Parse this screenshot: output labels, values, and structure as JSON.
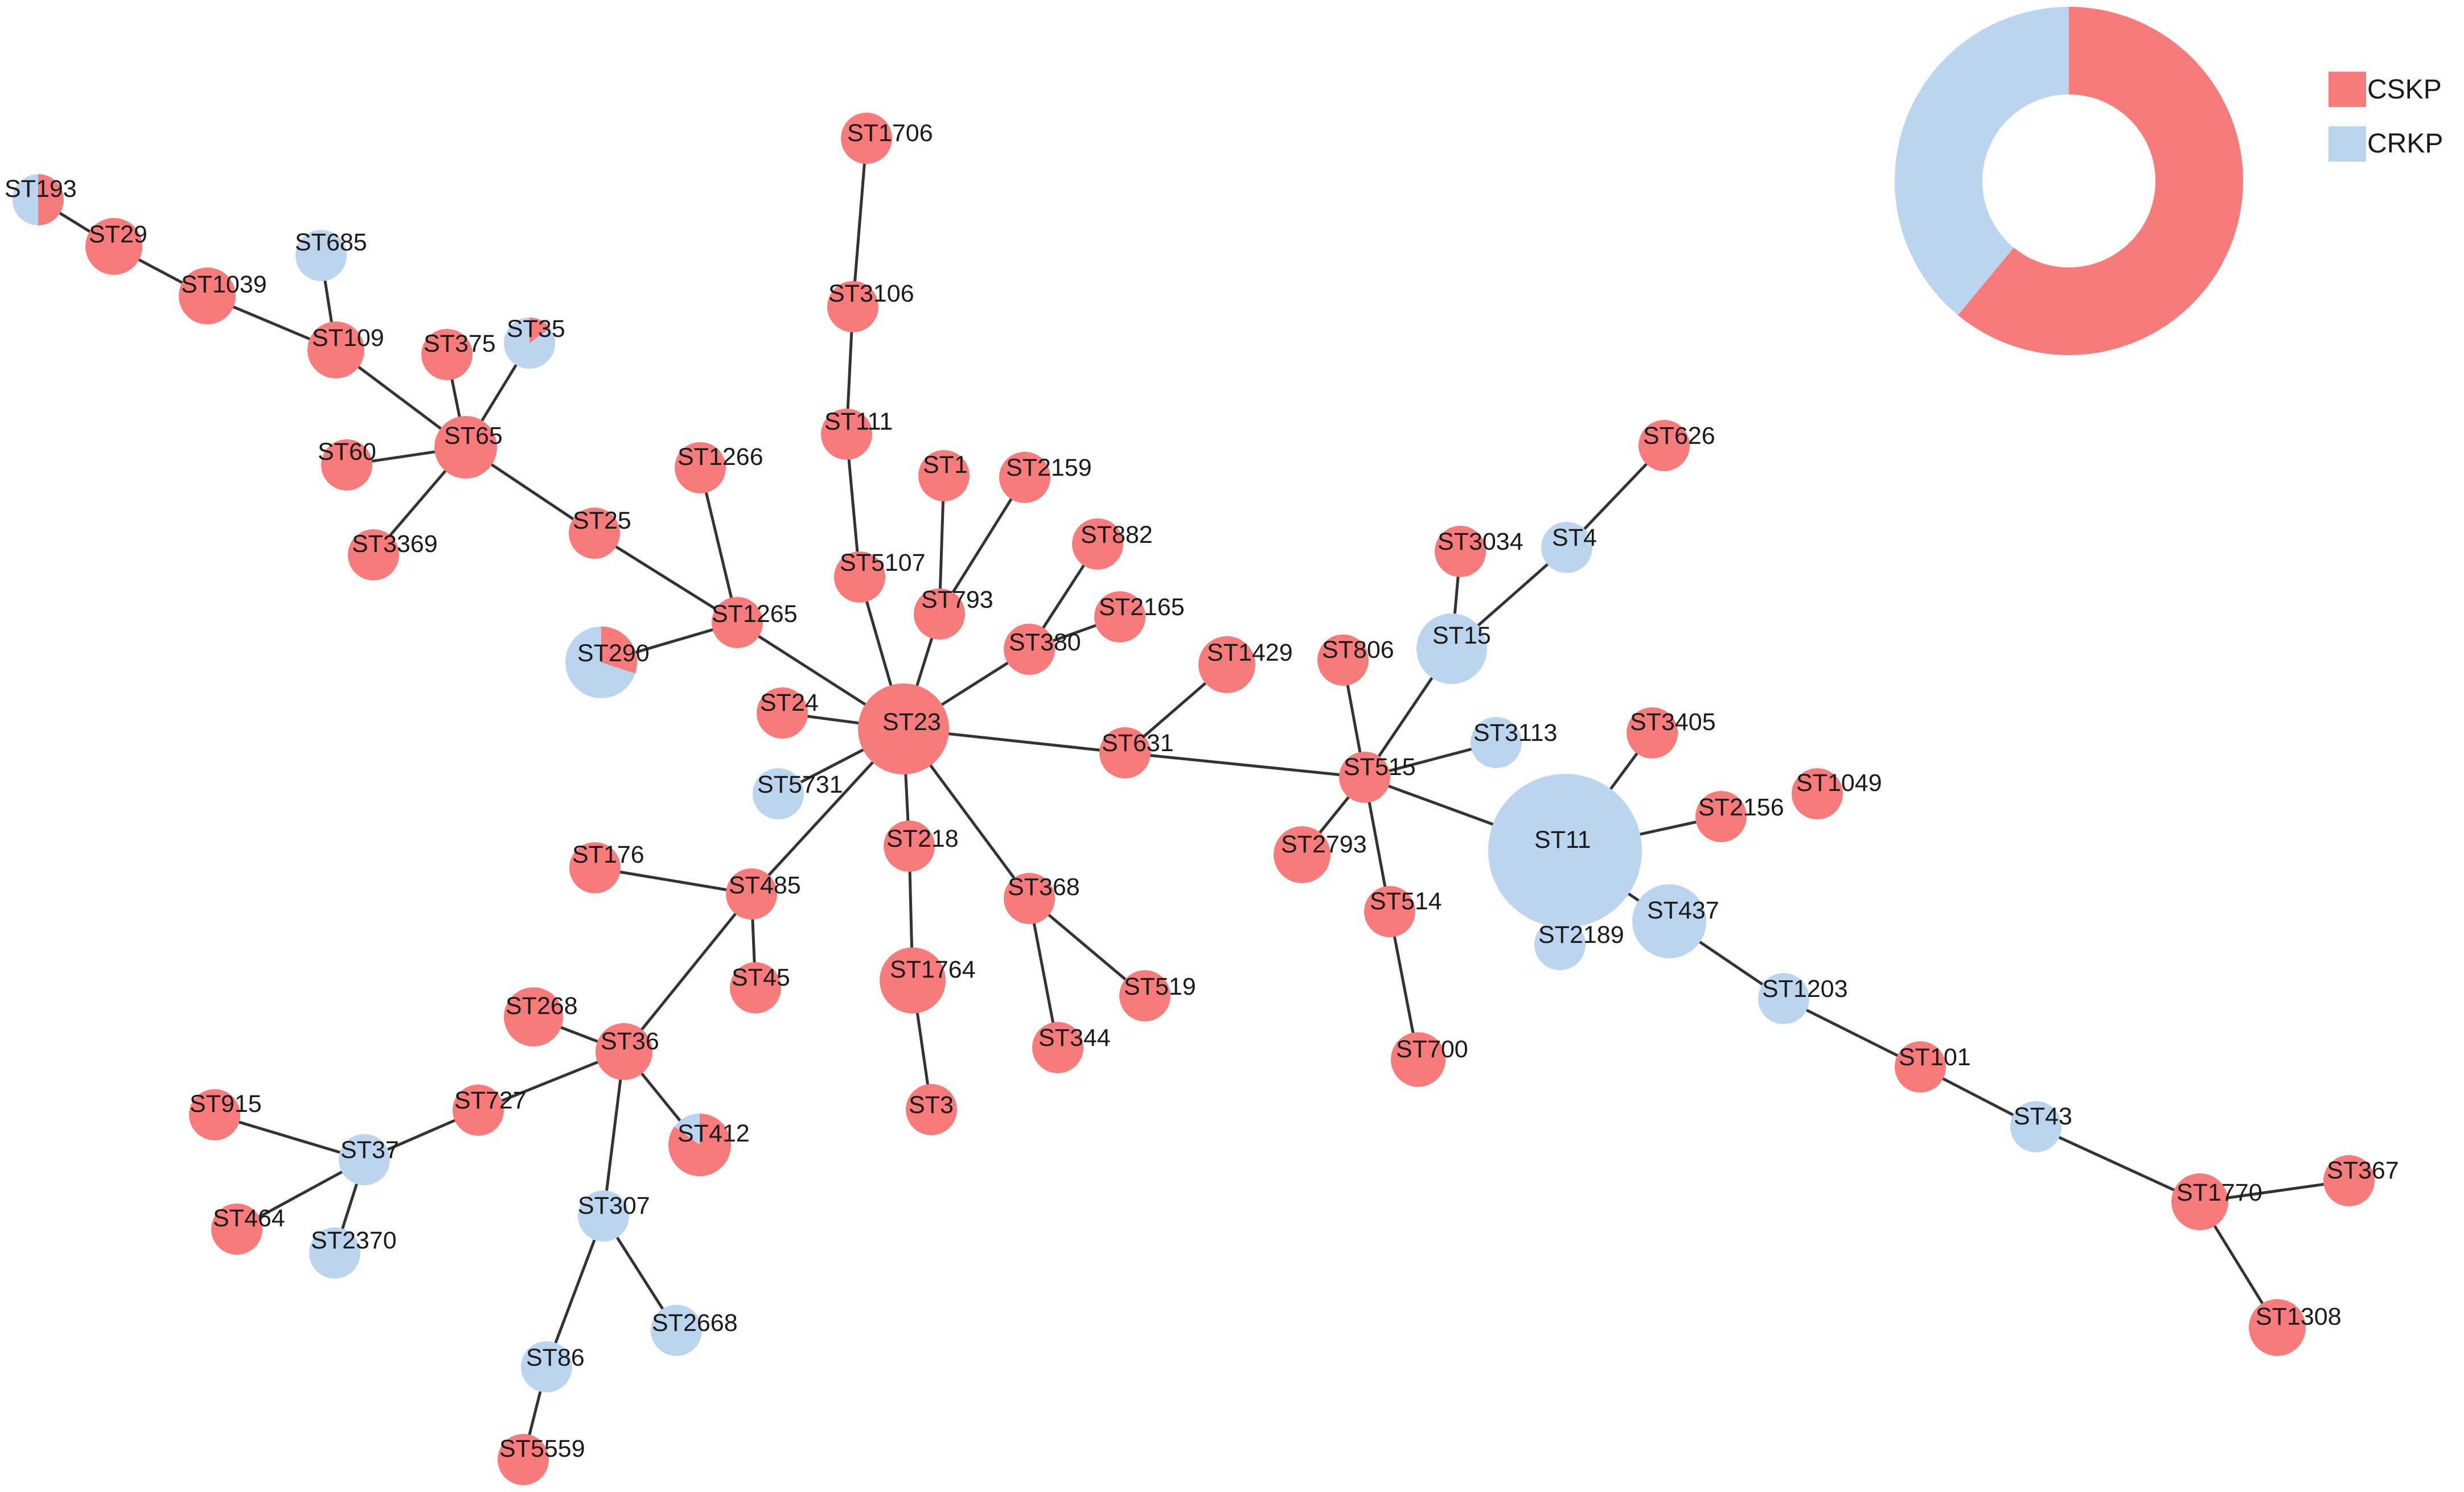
{
  "colors": {
    "cskp": "#f77b7a",
    "crkp": "#bcd5ee",
    "edge": "#333333"
  },
  "legend": [
    {
      "key": "cskp",
      "label": "CSKP"
    },
    {
      "key": "crkp",
      "label": "CRKP"
    }
  ],
  "overall_split": {
    "cskp": 0.61,
    "crkp": 0.39
  },
  "nodes": [
    {
      "id": "ST23",
      "label": "ST23",
      "type": "cskp"
    },
    {
      "id": "ST1706",
      "label": "ST1706",
      "type": "cskp"
    },
    {
      "id": "ST3106",
      "label": "ST3106",
      "type": "cskp"
    },
    {
      "id": "ST111",
      "label": "ST111",
      "type": "cskp"
    },
    {
      "id": "ST5107",
      "label": "ST5107",
      "type": "cskp"
    },
    {
      "id": "ST1",
      "label": "ST1",
      "type": "cskp"
    },
    {
      "id": "ST2159",
      "label": "ST2159",
      "type": "cskp"
    },
    {
      "id": "ST793",
      "label": "ST793",
      "type": "cskp"
    },
    {
      "id": "ST882",
      "label": "ST882",
      "type": "cskp"
    },
    {
      "id": "ST380",
      "label": "ST380",
      "type": "cskp"
    },
    {
      "id": "ST2165",
      "label": "ST2165",
      "type": "cskp"
    },
    {
      "id": "ST24",
      "label": "ST24",
      "type": "cskp"
    },
    {
      "id": "ST5731",
      "label": "ST5731",
      "type": "crkp"
    },
    {
      "id": "ST218",
      "label": "ST218",
      "type": "cskp"
    },
    {
      "id": "ST1764",
      "label": "ST1764",
      "type": "cskp"
    },
    {
      "id": "ST3",
      "label": "ST3",
      "type": "cskp"
    },
    {
      "id": "ST368",
      "label": "ST368",
      "type": "cskp"
    },
    {
      "id": "ST344",
      "label": "ST344",
      "type": "cskp"
    },
    {
      "id": "ST519",
      "label": "ST519",
      "type": "cskp"
    },
    {
      "id": "ST1265",
      "label": "ST1265",
      "type": "cskp"
    },
    {
      "id": "ST1266",
      "label": "ST1266",
      "type": "cskp"
    },
    {
      "id": "ST290",
      "label": "ST290",
      "type": "mixed",
      "cskp_share": 0.3
    },
    {
      "id": "ST25",
      "label": "ST25",
      "type": "cskp"
    },
    {
      "id": "ST65",
      "label": "ST65",
      "type": "cskp"
    },
    {
      "id": "ST375",
      "label": "ST375",
      "type": "cskp"
    },
    {
      "id": "ST35",
      "label": "ST35",
      "type": "mixed",
      "cskp_share": 0.15
    },
    {
      "id": "ST60",
      "label": "ST60",
      "type": "cskp"
    },
    {
      "id": "ST3369",
      "label": "ST3369",
      "type": "cskp"
    },
    {
      "id": "ST109",
      "label": "ST109",
      "type": "cskp"
    },
    {
      "id": "ST685",
      "label": "ST685",
      "type": "crkp"
    },
    {
      "id": "ST1039",
      "label": "ST1039",
      "type": "cskp"
    },
    {
      "id": "ST29",
      "label": "ST29",
      "type": "cskp"
    },
    {
      "id": "ST193",
      "label": "ST193",
      "type": "mixed",
      "cskp_share": 0.5
    },
    {
      "id": "ST485",
      "label": "ST485",
      "type": "cskp"
    },
    {
      "id": "ST176",
      "label": "ST176",
      "type": "cskp"
    },
    {
      "id": "ST45",
      "label": "ST45",
      "type": "cskp"
    },
    {
      "id": "ST36",
      "label": "ST36",
      "type": "cskp"
    },
    {
      "id": "ST268",
      "label": "ST268",
      "type": "cskp"
    },
    {
      "id": "ST412",
      "label": "ST412",
      "type": "mixed",
      "cskp_share": 0.85
    },
    {
      "id": "ST727",
      "label": "ST727",
      "type": "cskp"
    },
    {
      "id": "ST37",
      "label": "ST37",
      "type": "crkp"
    },
    {
      "id": "ST915",
      "label": "ST915",
      "type": "cskp"
    },
    {
      "id": "ST464",
      "label": "ST464",
      "type": "cskp"
    },
    {
      "id": "ST2370",
      "label": "ST2370",
      "type": "crkp"
    },
    {
      "id": "ST307",
      "label": "ST307",
      "type": "crkp"
    },
    {
      "id": "ST2668",
      "label": "ST2668",
      "type": "crkp"
    },
    {
      "id": "ST86",
      "label": "ST86",
      "type": "crkp"
    },
    {
      "id": "ST5559",
      "label": "ST5559",
      "type": "cskp"
    },
    {
      "id": "ST631",
      "label": "ST631",
      "type": "cskp"
    },
    {
      "id": "ST515",
      "label": "ST515",
      "type": "cskp"
    },
    {
      "id": "ST1429",
      "label": "ST1429",
      "type": "cskp"
    },
    {
      "id": "ST806",
      "label": "ST806",
      "type": "cskp"
    },
    {
      "id": "ST15",
      "label": "ST15",
      "type": "crkp"
    },
    {
      "id": "ST3034",
      "label": "ST3034",
      "type": "cskp"
    },
    {
      "id": "ST4",
      "label": "ST4",
      "type": "crkp"
    },
    {
      "id": "ST626",
      "label": "ST626",
      "type": "cskp"
    },
    {
      "id": "ST3113",
      "label": "ST3113",
      "type": "crkp"
    },
    {
      "id": "ST2793",
      "label": "ST2793",
      "type": "cskp"
    },
    {
      "id": "ST514",
      "label": "ST514",
      "type": "cskp"
    },
    {
      "id": "ST700",
      "label": "ST700",
      "type": "cskp"
    },
    {
      "id": "ST11",
      "label": "ST11",
      "type": "crkp"
    },
    {
      "id": "ST3405",
      "label": "ST3405",
      "type": "cskp"
    },
    {
      "id": "ST2156",
      "label": "ST2156",
      "type": "cskp"
    },
    {
      "id": "ST1049",
      "label": "ST1049",
      "type": "cskp"
    },
    {
      "id": "ST2189",
      "label": "ST2189",
      "type": "crkp"
    },
    {
      "id": "ST437",
      "label": "ST437",
      "type": "crkp"
    },
    {
      "id": "ST1203",
      "label": "ST1203",
      "type": "crkp"
    },
    {
      "id": "ST101",
      "label": "ST101",
      "type": "cskp"
    },
    {
      "id": "ST43",
      "label": "ST43",
      "type": "crkp"
    },
    {
      "id": "ST1770",
      "label": "ST1770",
      "type": "cskp"
    },
    {
      "id": "ST367",
      "label": "ST367",
      "type": "cskp"
    },
    {
      "id": "ST1308",
      "label": "ST1308",
      "type": "cskp"
    }
  ],
  "edges": [
    [
      "ST1706",
      "ST3106"
    ],
    [
      "ST3106",
      "ST111"
    ],
    [
      "ST111",
      "ST5107"
    ],
    [
      "ST5107",
      "ST23"
    ],
    [
      "ST1",
      "ST793"
    ],
    [
      "ST2159",
      "ST793"
    ],
    [
      "ST793",
      "ST23"
    ],
    [
      "ST882",
      "ST380"
    ],
    [
      "ST2165",
      "ST380"
    ],
    [
      "ST380",
      "ST23"
    ],
    [
      "ST24",
      "ST23"
    ],
    [
      "ST5731",
      "ST23"
    ],
    [
      "ST23",
      "ST218"
    ],
    [
      "ST218",
      "ST1764"
    ],
    [
      "ST1764",
      "ST3"
    ],
    [
      "ST23",
      "ST368"
    ],
    [
      "ST368",
      "ST344"
    ],
    [
      "ST368",
      "ST519"
    ],
    [
      "ST23",
      "ST1265"
    ],
    [
      "ST1266",
      "ST1265"
    ],
    [
      "ST290",
      "ST1265"
    ],
    [
      "ST25",
      "ST1265"
    ],
    [
      "ST65",
      "ST25"
    ],
    [
      "ST375",
      "ST65"
    ],
    [
      "ST35",
      "ST65"
    ],
    [
      "ST60",
      "ST65"
    ],
    [
      "ST3369",
      "ST65"
    ],
    [
      "ST109",
      "ST65"
    ],
    [
      "ST685",
      "ST109"
    ],
    [
      "ST1039",
      "ST109"
    ],
    [
      "ST29",
      "ST1039"
    ],
    [
      "ST193",
      "ST29"
    ],
    [
      "ST23",
      "ST485"
    ],
    [
      "ST176",
      "ST485"
    ],
    [
      "ST45",
      "ST485"
    ],
    [
      "ST485",
      "ST36"
    ],
    [
      "ST268",
      "ST36"
    ],
    [
      "ST412",
      "ST36"
    ],
    [
      "ST36",
      "ST727"
    ],
    [
      "ST727",
      "ST37"
    ],
    [
      "ST915",
      "ST37"
    ],
    [
      "ST464",
      "ST37"
    ],
    [
      "ST2370",
      "ST37"
    ],
    [
      "ST36",
      "ST307"
    ],
    [
      "ST307",
      "ST2668"
    ],
    [
      "ST307",
      "ST86"
    ],
    [
      "ST86",
      "ST5559"
    ],
    [
      "ST23",
      "ST631"
    ],
    [
      "ST631",
      "ST515"
    ],
    [
      "ST1429",
      "ST631"
    ],
    [
      "ST806",
      "ST515"
    ],
    [
      "ST15",
      "ST515"
    ],
    [
      "ST3034",
      "ST15"
    ],
    [
      "ST4",
      "ST15"
    ],
    [
      "ST626",
      "ST4"
    ],
    [
      "ST3113",
      "ST515"
    ],
    [
      "ST2793",
      "ST515"
    ],
    [
      "ST515",
      "ST514"
    ],
    [
      "ST514",
      "ST700"
    ],
    [
      "ST515",
      "ST11"
    ],
    [
      "ST3405",
      "ST11"
    ],
    [
      "ST2156",
      "ST11"
    ],
    [
      "ST2189",
      "ST11"
    ],
    [
      "ST11",
      "ST437"
    ],
    [
      "ST437",
      "ST1203"
    ],
    [
      "ST1203",
      "ST101"
    ],
    [
      "ST101",
      "ST43"
    ],
    [
      "ST43",
      "ST1770"
    ],
    [
      "ST1770",
      "ST367"
    ],
    [
      "ST1770",
      "ST1308"
    ]
  ]
}
